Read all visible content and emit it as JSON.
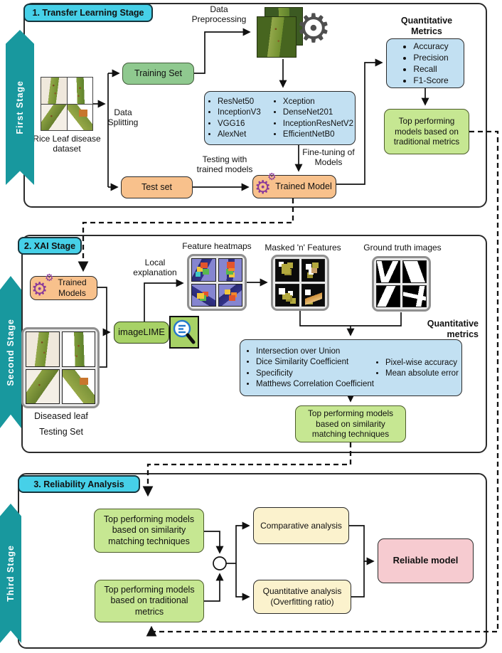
{
  "colors": {
    "banner_cyan": "#46d0e8",
    "ribbon_teal": "#18989e",
    "set_green": "#8fc98f",
    "model_orange": "#f8c18c",
    "metrics_blue": "#c2e0f2",
    "result_green": "#c6e792",
    "lime_green": "#a7d266",
    "analysis_yellow": "#fbf2cd",
    "reliable_pink": "#f6cbd0"
  },
  "icons": {
    "gear": "⚙"
  },
  "stage1": {
    "banner": "1. Transfer Learning Stage",
    "ribbon": "First Stage",
    "dataset_caption": "Rice Leaf disease dataset",
    "data_splitting": "Data Splitting",
    "training_set": "Training Set",
    "test_set": "Test set",
    "data_preprocessing": "Data Preprocessing",
    "models_col1": [
      "ResNet50",
      "InceptionV3",
      "VGG16",
      "AlexNet"
    ],
    "models_col2": [
      "Xception",
      "DenseNet201",
      "InceptionResNetV2",
      "EfficientNetB0"
    ],
    "fine_tuning": "Fine-tuning of Models",
    "testing_with": "Testing with trained models",
    "trained_model": "Trained Model",
    "metrics_title": "Quantitative Metrics",
    "metrics": [
      "Accuracy",
      "Precision",
      "Recall",
      "F1-Score"
    ],
    "top_models": "Top performing models based on traditional metrics"
  },
  "stage2": {
    "banner": "2. XAI Stage",
    "ribbon": "Second Stage",
    "trained_models": "Trained Models",
    "local_explanation": "Local explanation",
    "feature_heatmaps": "Feature heatmaps",
    "masked_features": "Masked 'n' Features",
    "ground_truth": "Ground truth images",
    "imagelime": "imageLIME",
    "diseased_leaf": "Diseased leaf",
    "testing_set": "Testing Set",
    "metrics_title": "Quantitative metrics",
    "metrics_col1": [
      "Intersection over Union",
      "Dice Similarity Coefficient",
      "Specificity",
      "Matthews Correlation Coefficient"
    ],
    "metrics_col2": [
      "Pixel-wise accuracy",
      "Mean absolute error"
    ],
    "top_models": "Top performing models based on similarity matching techniques"
  },
  "stage3": {
    "banner": "3. Reliability Analysis",
    "ribbon": "Third Stage",
    "box_similarity": "Top performing models based on similarity matching techniques",
    "box_traditional": "Top performing models based on traditional metrics",
    "comparative": "Comparative analysis",
    "quantitative": "Quantitative analysis (Overfitting ratio)",
    "reliable": "Reliable model"
  }
}
